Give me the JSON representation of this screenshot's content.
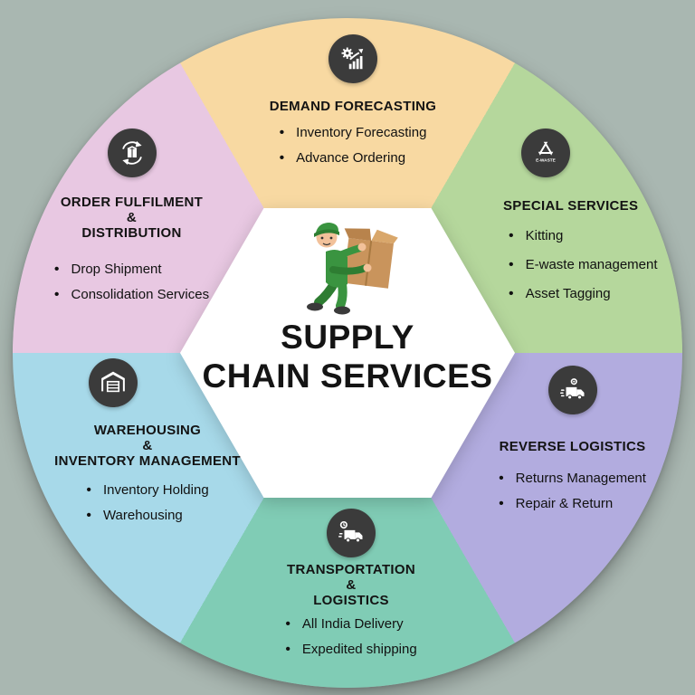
{
  "background": {
    "color": "#a9b7b1"
  },
  "center": {
    "title": "SUPPLY\nCHAIN SERVICES",
    "illustration": "worker-carrying-box"
  },
  "segments": [
    {
      "id": "demand-forecasting",
      "title": "DEMAND FORECASTING",
      "color": "#f8d9a2",
      "icon": "gear-chart-icon",
      "items": [
        "Inventory Forecasting",
        "Advance Ordering"
      ]
    },
    {
      "id": "special-services",
      "title": "SPECIAL SERVICES",
      "color": "#b5d79c",
      "icon": "e-waste-recycle-icon",
      "items": [
        "Kitting",
        "E-waste management",
        "Asset Tagging"
      ]
    },
    {
      "id": "reverse-logistics",
      "title": "REVERSE LOGISTICS",
      "color": "#b2acdf",
      "icon": "truck-location-icon",
      "items": [
        "Returns Management",
        "Repair & Return"
      ]
    },
    {
      "id": "transportation-logistics",
      "title": "TRANSPORTATION\n&\nLOGISTICS",
      "color": "#80ccb5",
      "icon": "truck-clock-icon",
      "items": [
        "All India Delivery",
        "Expedited shipping"
      ]
    },
    {
      "id": "warehousing-inventory-management",
      "title": "WAREHOUSING\n&\nINVENTORY MANAGEMENT",
      "color": "#a7d9e9",
      "icon": "warehouse-icon",
      "items": [
        "Inventory Holding",
        "Warehousing"
      ]
    },
    {
      "id": "order-fulfilment-distribution",
      "title": "ORDER FULFILMENT\n&\nDISTRIBUTION",
      "color": "#e8c8e2",
      "icon": "package-recycle-icon",
      "items": [
        "Drop Shipment",
        "Consolidation Services"
      ]
    }
  ]
}
